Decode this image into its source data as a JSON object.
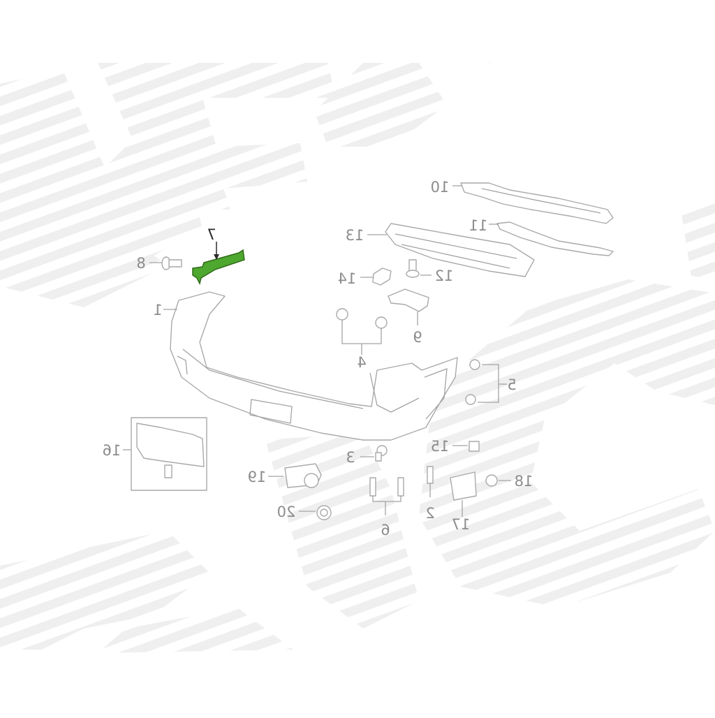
{
  "diagram": {
    "highlight_color": "#4ea72e",
    "label_color": "#8c8c8c",
    "callouts": [
      {
        "id": "1",
        "text": "1"
      },
      {
        "id": "2",
        "text": "2"
      },
      {
        "id": "3",
        "text": "3"
      },
      {
        "id": "4",
        "text": "4"
      },
      {
        "id": "5",
        "text": "5"
      },
      {
        "id": "6",
        "text": "6"
      },
      {
        "id": "7",
        "text": "7",
        "highlighted": true
      },
      {
        "id": "8",
        "text": "8"
      },
      {
        "id": "9",
        "text": "9"
      },
      {
        "id": "10",
        "text": "10"
      },
      {
        "id": "11",
        "text": "11"
      },
      {
        "id": "12",
        "text": "12"
      },
      {
        "id": "13",
        "text": "13"
      },
      {
        "id": "14",
        "text": "14"
      },
      {
        "id": "15",
        "text": "15"
      },
      {
        "id": "16",
        "text": "16"
      },
      {
        "id": "17",
        "text": "17"
      },
      {
        "id": "18",
        "text": "18"
      },
      {
        "id": "19",
        "text": "19"
      },
      {
        "id": "20",
        "text": "20"
      }
    ]
  }
}
